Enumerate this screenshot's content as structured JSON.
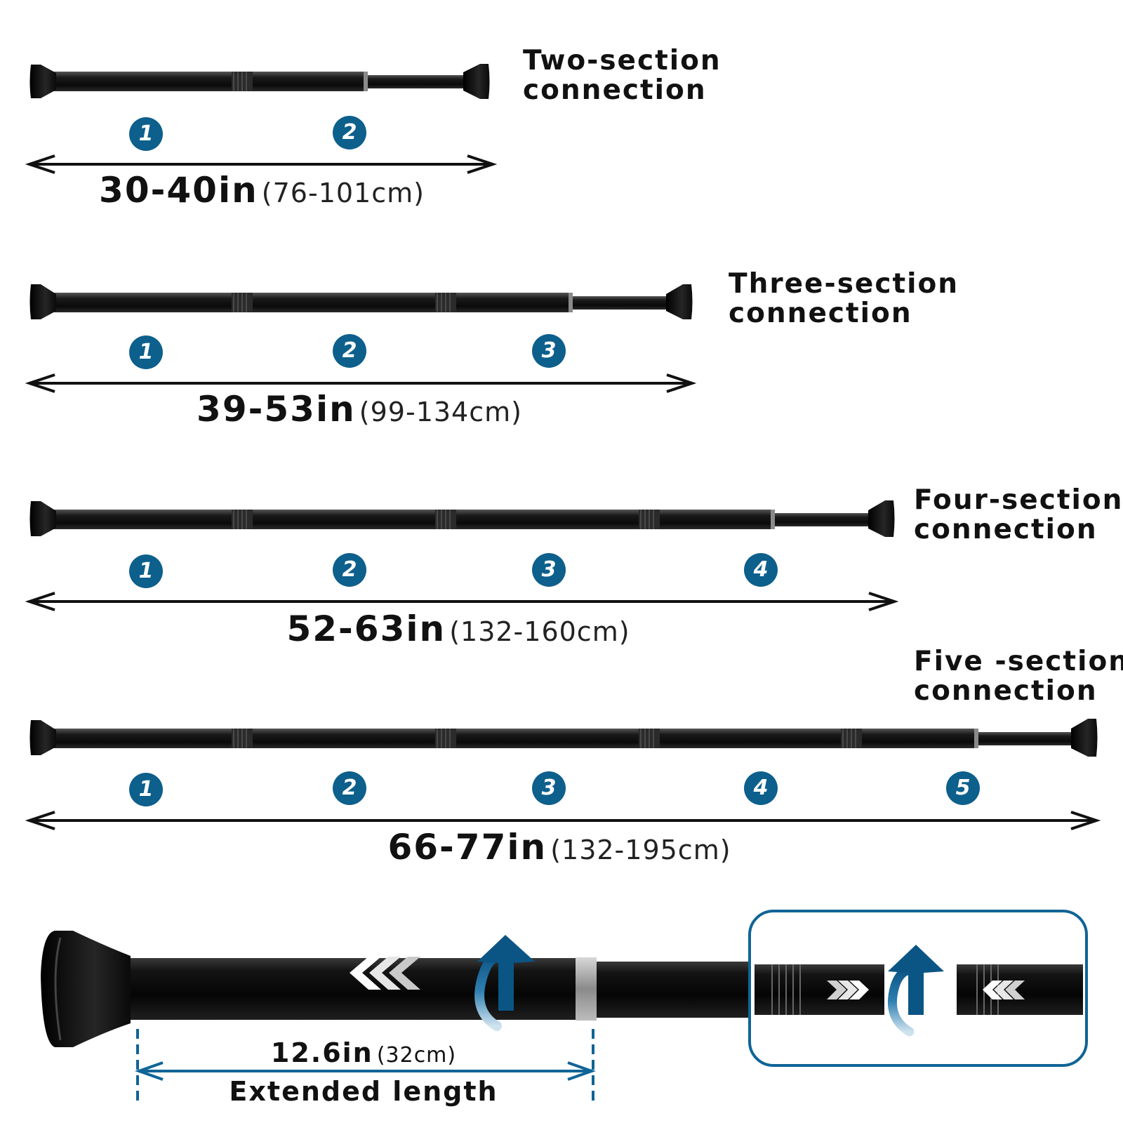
{
  "colors": {
    "rod": "#1a1a1a",
    "badge": "#0d5f8c",
    "accent_blue": "#0f6496",
    "silver_ring": "#9a9a9a"
  },
  "sections": [
    {
      "title_line1": "Two-section",
      "title_line2": "connection",
      "badges": [
        "1",
        "2"
      ],
      "range_in": "30-40in",
      "range_cm": "(76-101cm)"
    },
    {
      "title_line1": "Three-section",
      "title_line2": "connection",
      "badges": [
        "1",
        "2",
        "3"
      ],
      "range_in": "39-53in",
      "range_cm": "(99-134cm)"
    },
    {
      "title_line1": "Four-section",
      "title_line2": "connection",
      "badges": [
        "1",
        "2",
        "3",
        "4"
      ],
      "range_in": "52-63in",
      "range_cm": "(132-160cm)"
    },
    {
      "title_line1": "Five -section",
      "title_line2": "connection",
      "badges": [
        "1",
        "2",
        "3",
        "4",
        "5"
      ],
      "range_in": "66-77in",
      "range_cm": "(132-195cm)"
    }
  ],
  "detail": {
    "length_in": "12.6in",
    "length_cm": "(32cm)",
    "caption": "Extended length",
    "icons": [
      "chevron-left-arrows-icon",
      "rotate-arrow-icon",
      "chevron-right-arrows-icon"
    ]
  }
}
